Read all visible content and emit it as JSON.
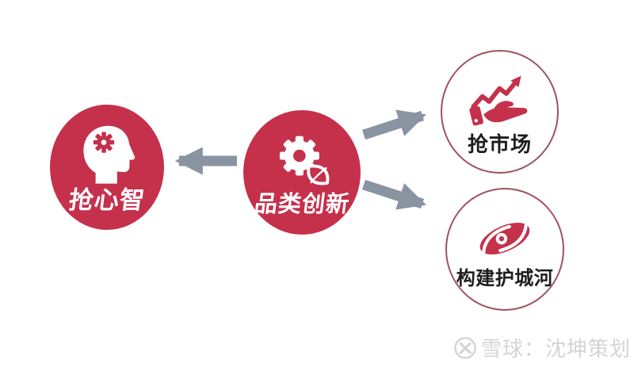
{
  "colors": {
    "accent_red": "#C5304B",
    "outline_border": "#9E5260",
    "arrow_gray": "#8A93A1",
    "label_dark": "#1D1D1D",
    "watermark_gray": "#D4D4D4",
    "background": "#FFFFFF"
  },
  "diagram": {
    "center_node": {
      "label": "品类创新",
      "icon": "gear-leaf-icon",
      "style": "solid-red-circle"
    },
    "left_node": {
      "label": "抢心智",
      "icon": "head-gear-icon",
      "style": "solid-red-circle"
    },
    "top_right_node": {
      "label": "抢市场",
      "icon": "hand-growth-arrow-icon",
      "style": "outlined-white-circle"
    },
    "bottom_right_node": {
      "label": "构建护城河",
      "icon": "galaxy-swirl-icon",
      "style": "outlined-white-circle"
    },
    "arrows": [
      {
        "from": "center",
        "to": "left"
      },
      {
        "from": "center",
        "to": "top_right"
      },
      {
        "from": "center",
        "to": "bottom_right"
      }
    ]
  },
  "watermark": {
    "text": "雪球：沈坤策划",
    "logo": "xueqiu-logo-icon"
  }
}
